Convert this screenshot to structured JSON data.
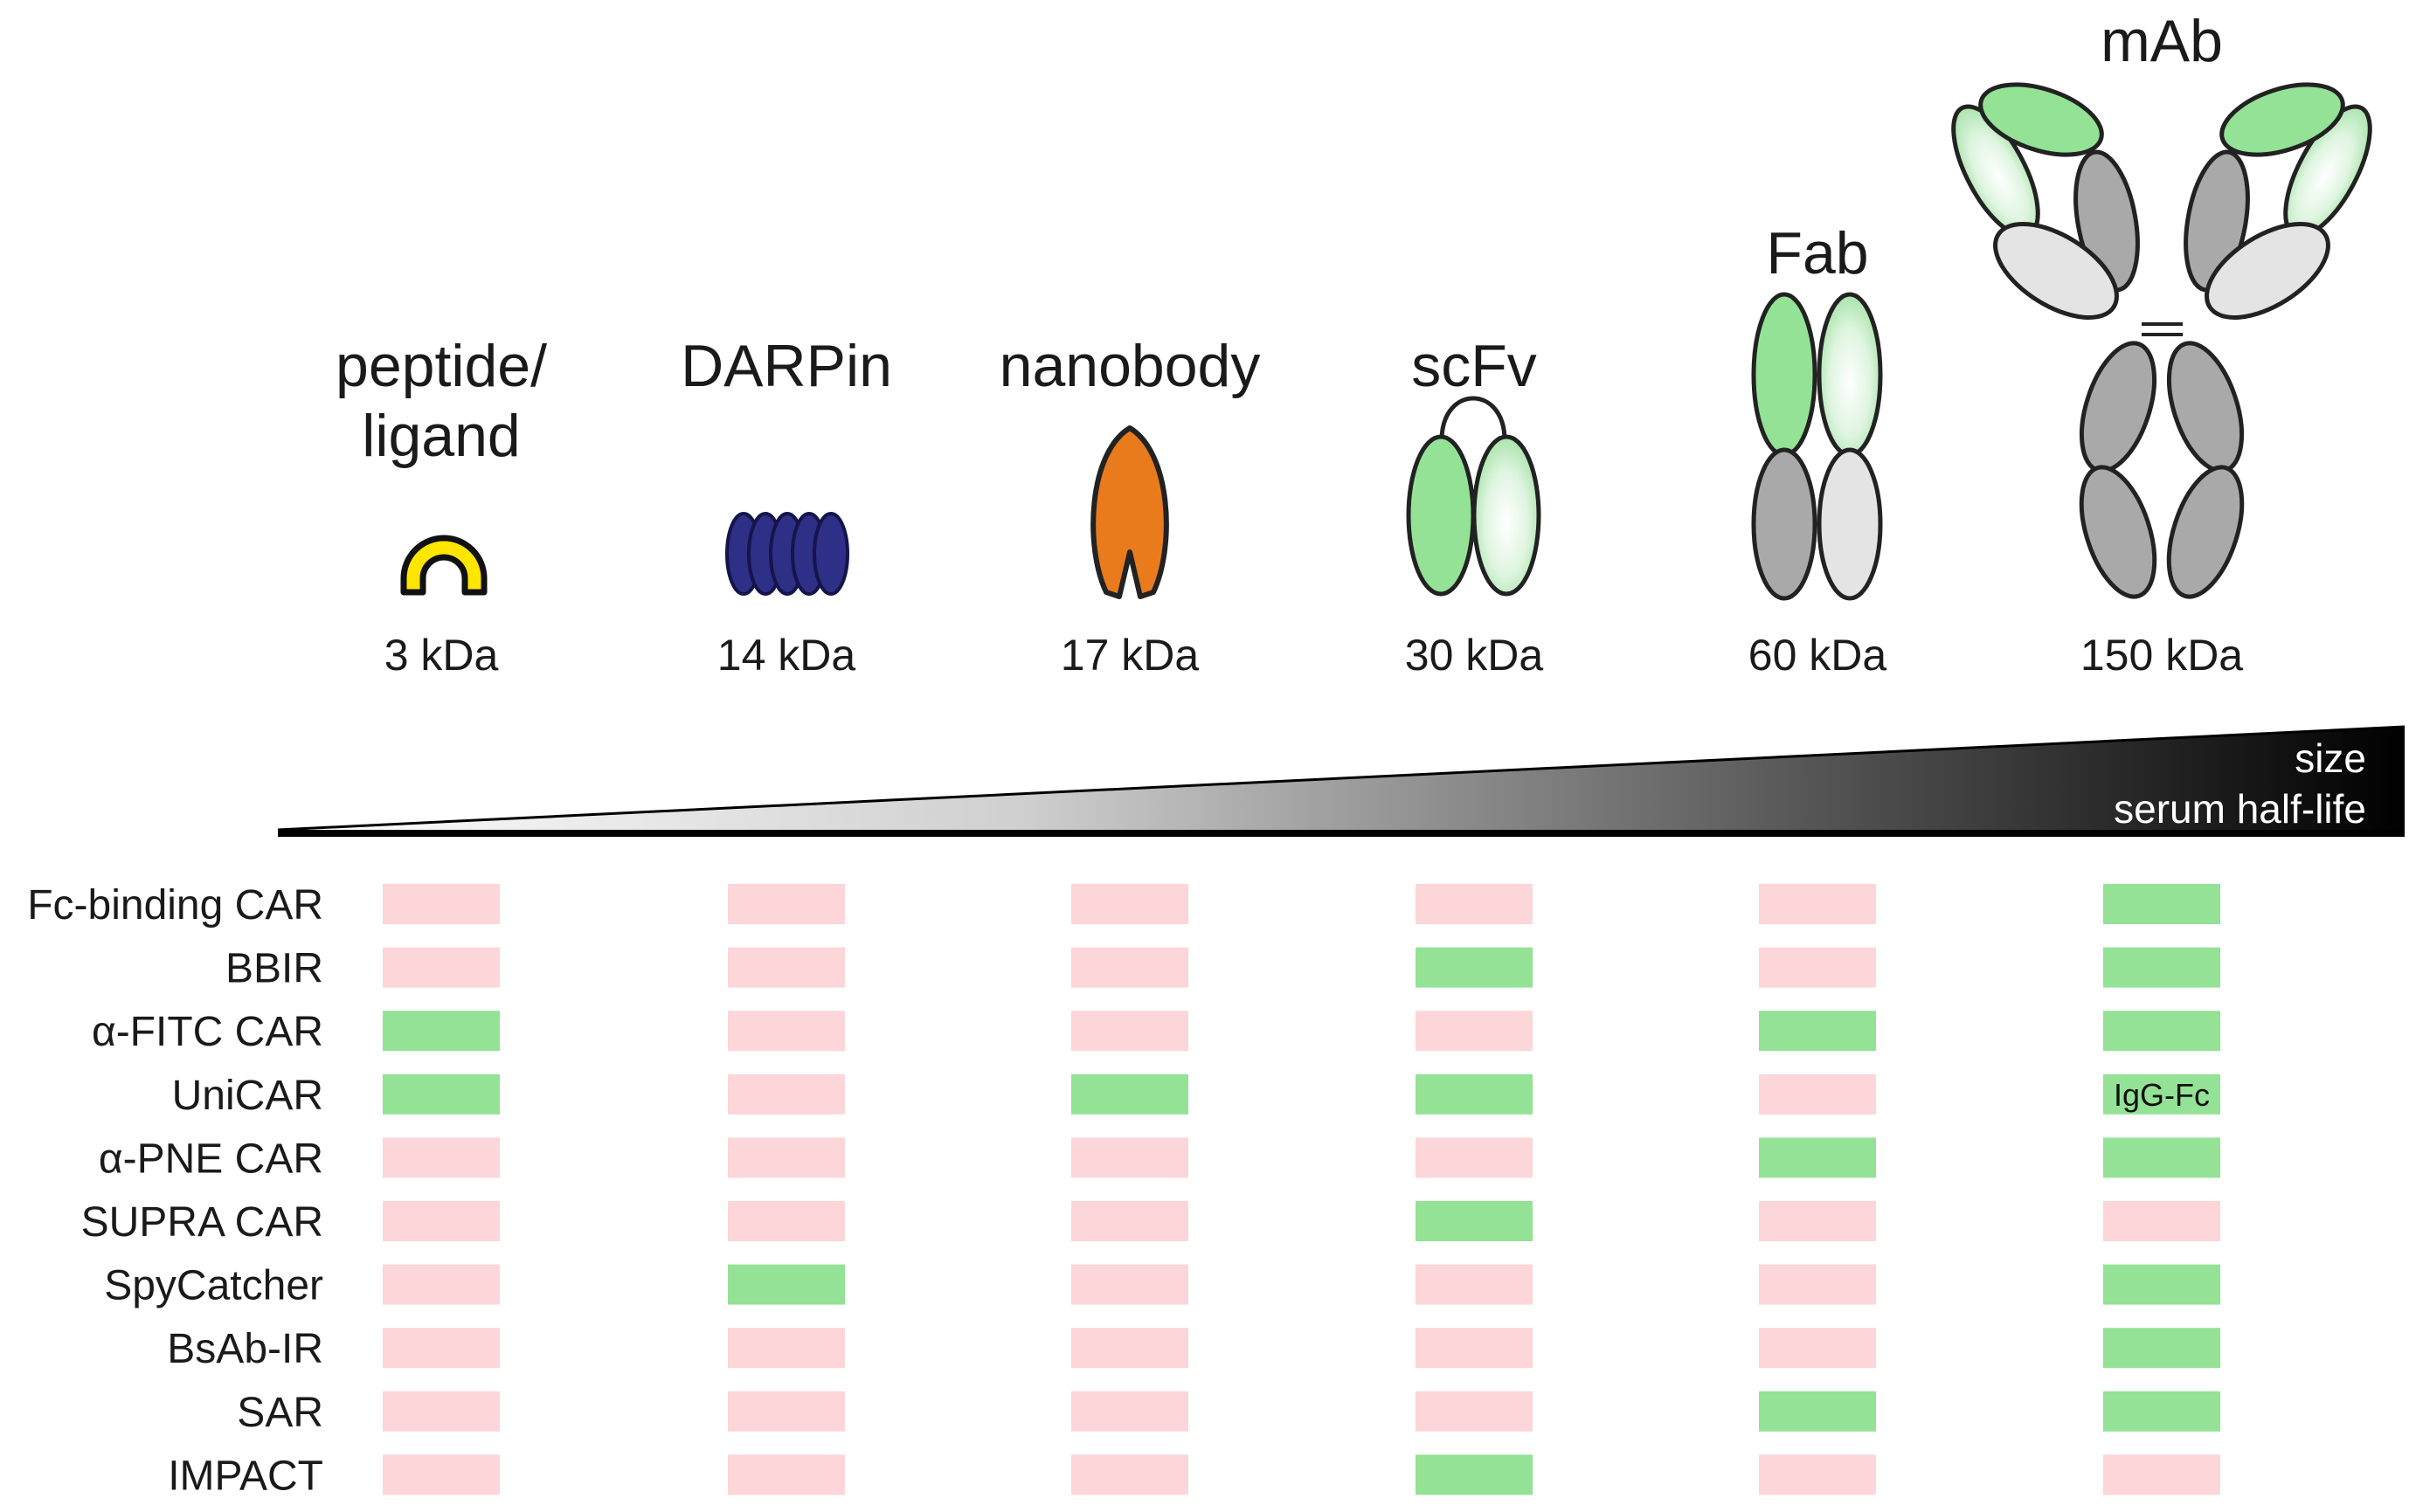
{
  "colors": {
    "compatible": "#93e296",
    "not_compatible": "#fcd6d8",
    "peptide_fill": "#ffe600",
    "darpin_fill": "#2e2f87",
    "nanobody_fill": "#e97b1d",
    "light_green": "#93e296",
    "gray": "#a9a9a9",
    "light_gray": "#e4e4e4"
  },
  "formats": [
    {
      "key": "peptide",
      "name_lines": [
        "peptide/",
        "ligand"
      ],
      "mass": "3 kDa"
    },
    {
      "key": "darpin",
      "name_lines": [
        "DARPin"
      ],
      "mass": "14 kDa"
    },
    {
      "key": "nanobody",
      "name_lines": [
        "nanobody"
      ],
      "mass": "17 kDa"
    },
    {
      "key": "scfv",
      "name_lines": [
        "scFv"
      ],
      "mass": "30 kDa"
    },
    {
      "key": "fab",
      "name_lines": [
        "Fab"
      ],
      "mass": "60 kDa"
    },
    {
      "key": "mab",
      "name_lines": [
        "mAb"
      ],
      "mass": "150 kDa"
    }
  ],
  "gradient_bar": {
    "labels": [
      "size",
      "serum half-life"
    ]
  },
  "legend_icons": {
    "peptide": "peptide-arc-icon",
    "darpin": "darpin-repeat-icon",
    "nanobody": "nanobody-icon",
    "scfv": "scfv-icon",
    "fab": "fab-icon",
    "mab": "antibody-icon"
  },
  "matrix": {
    "rows": [
      {
        "label": "Fc-binding CAR",
        "cells": [
          0,
          0,
          0,
          0,
          0,
          1
        ]
      },
      {
        "label": "BBIR",
        "cells": [
          0,
          0,
          0,
          1,
          0,
          1
        ]
      },
      {
        "label": "α-FITC CAR",
        "cells": [
          1,
          0,
          0,
          0,
          1,
          1
        ]
      },
      {
        "label": "UniCAR",
        "cells": [
          1,
          0,
          1,
          1,
          0,
          1
        ],
        "notes": [
          "",
          "",
          "",
          "",
          "",
          "IgG-Fc"
        ]
      },
      {
        "label": "α-PNE CAR",
        "cells": [
          0,
          0,
          0,
          0,
          1,
          1
        ]
      },
      {
        "label": "SUPRA CAR",
        "cells": [
          0,
          0,
          0,
          1,
          0,
          0
        ]
      },
      {
        "label": "SpyCatcher",
        "cells": [
          0,
          1,
          0,
          0,
          0,
          1
        ]
      },
      {
        "label": "BsAb-IR",
        "cells": [
          0,
          0,
          0,
          0,
          0,
          1
        ]
      },
      {
        "label": "SAR",
        "cells": [
          0,
          0,
          0,
          0,
          1,
          1
        ]
      },
      {
        "label": "IMPACT",
        "cells": [
          0,
          0,
          0,
          1,
          0,
          0
        ]
      }
    ]
  }
}
